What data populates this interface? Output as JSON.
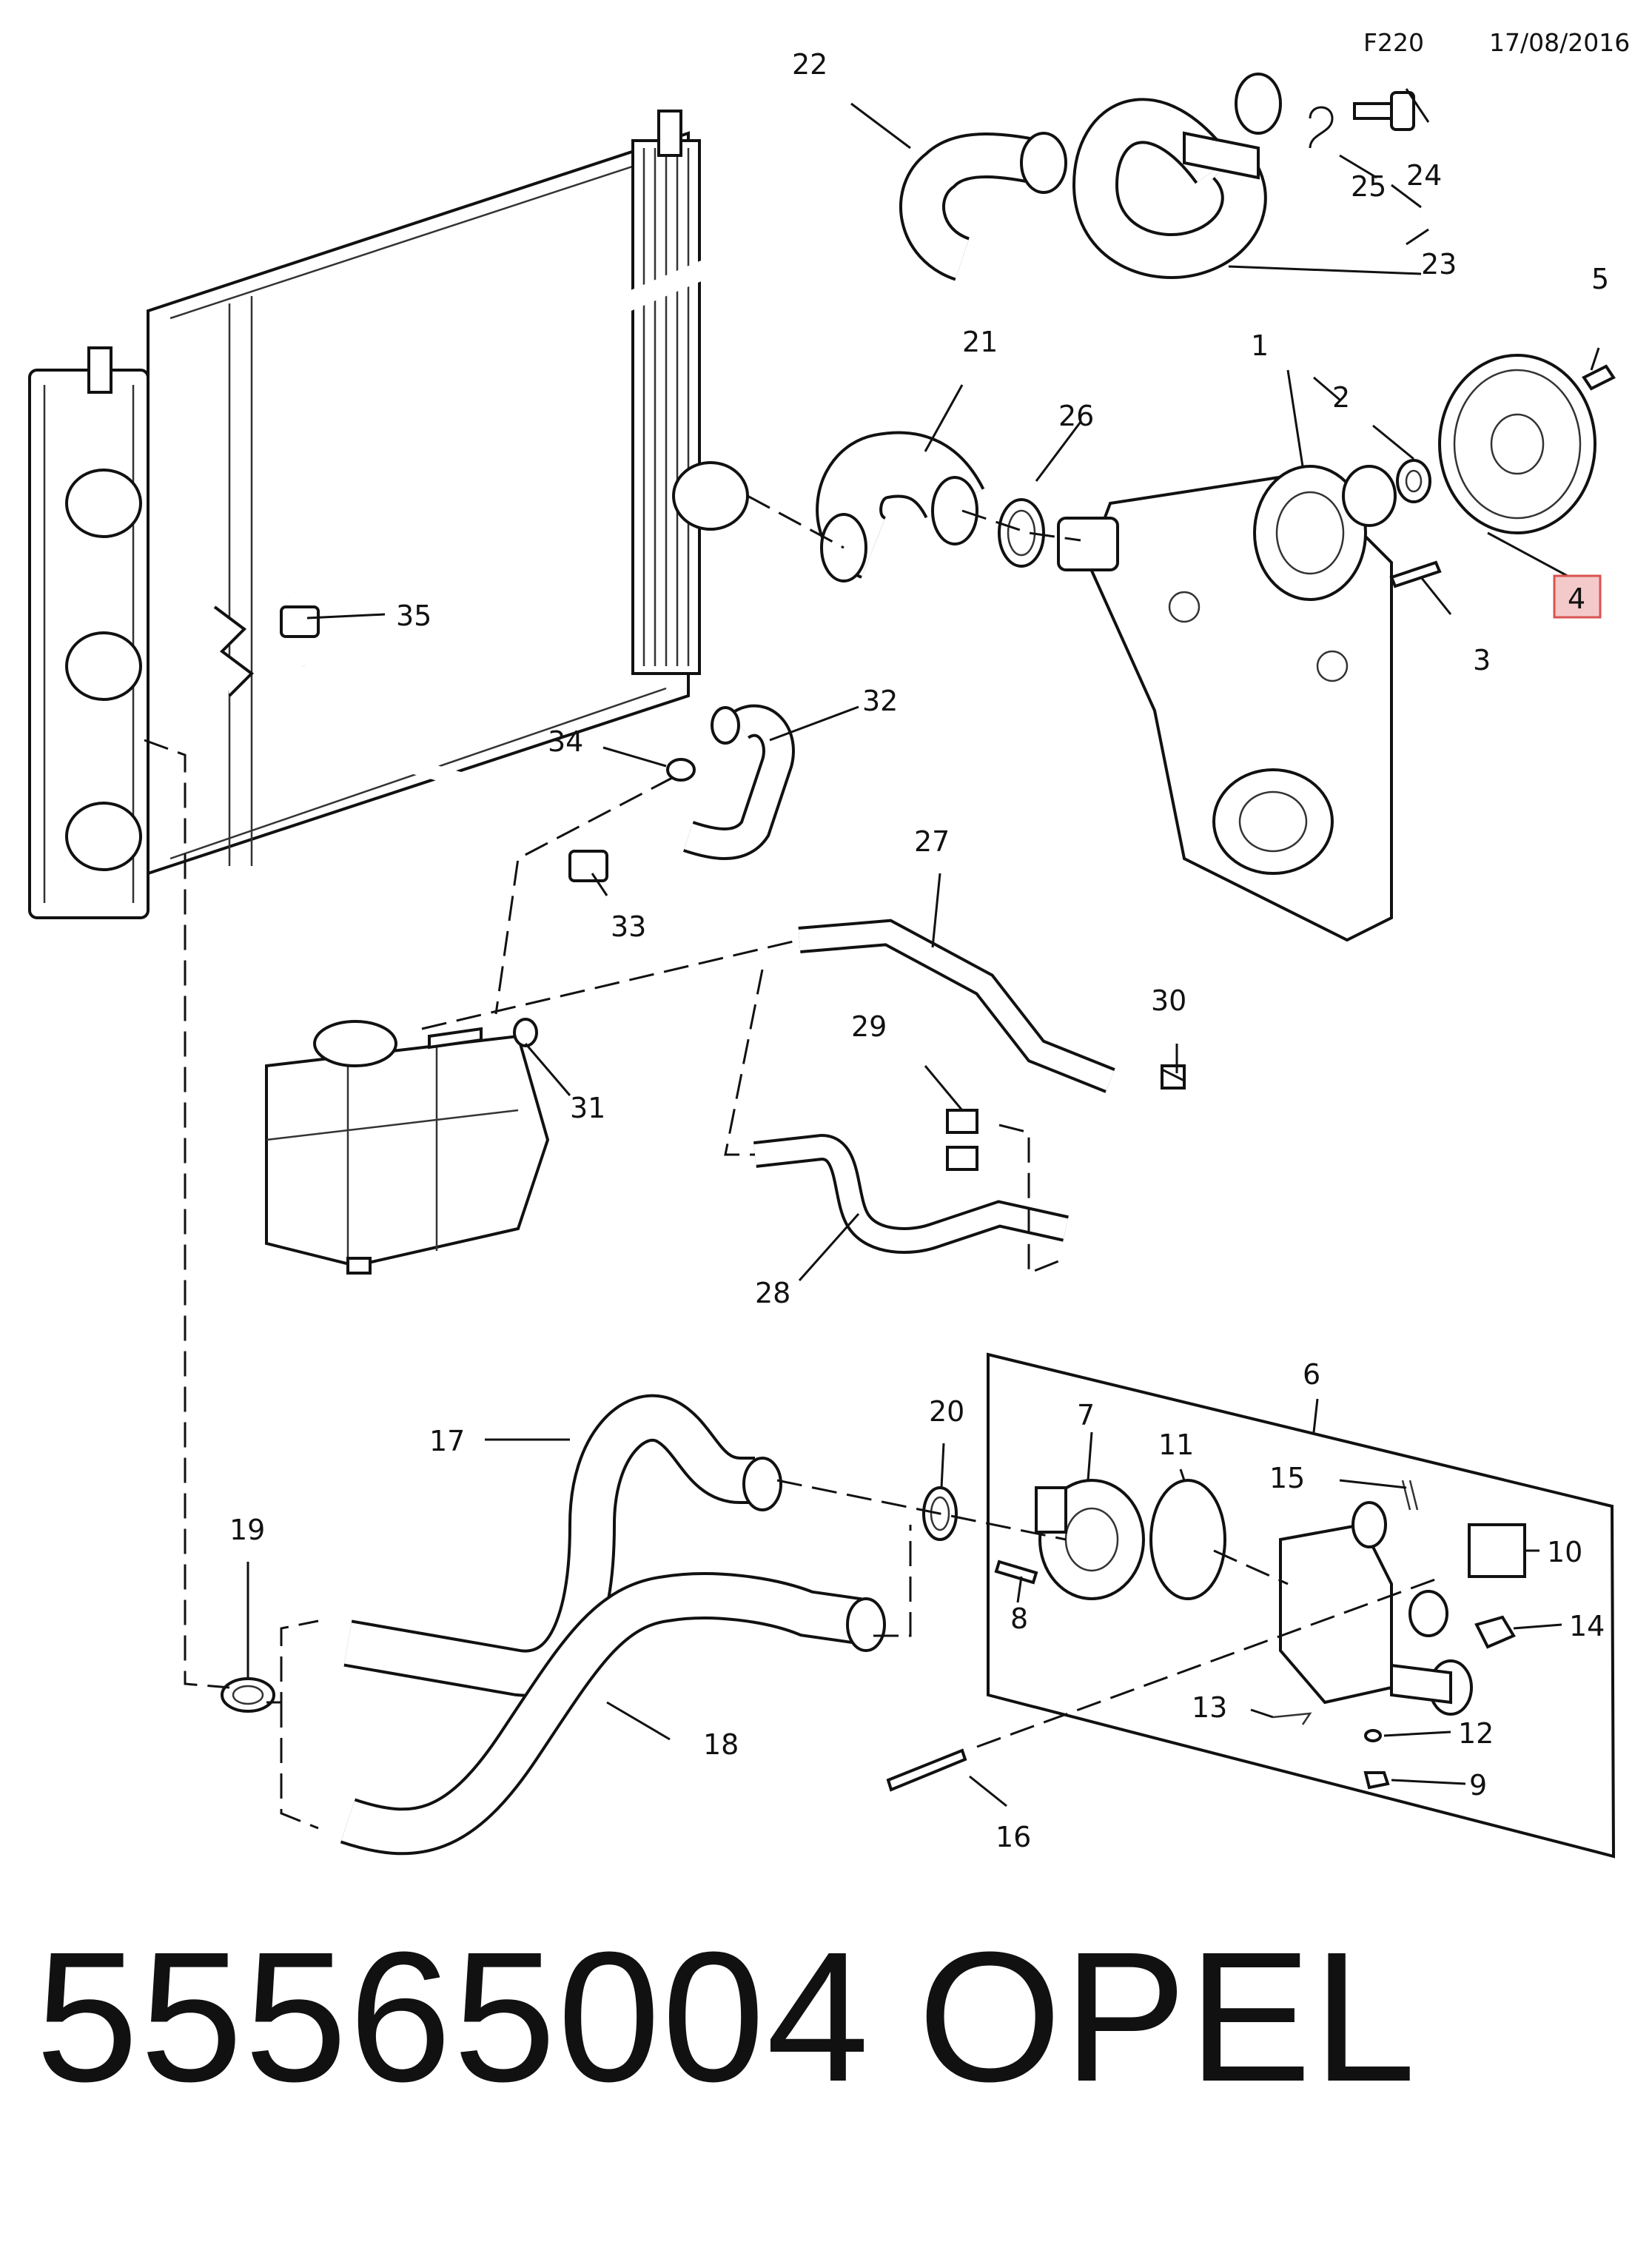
{
  "header": {
    "code": "F220",
    "date": "17/08/2016"
  },
  "footer": {
    "part_number": "55565004",
    "brand": "OPEL"
  },
  "callouts": [
    {
      "id": "c1",
      "text": "1"
    },
    {
      "id": "c2",
      "text": "2"
    },
    {
      "id": "c3",
      "text": "3"
    },
    {
      "id": "c4",
      "text": "4"
    },
    {
      "id": "c5",
      "text": "5"
    },
    {
      "id": "c6",
      "text": "6"
    },
    {
      "id": "c7",
      "text": "7"
    },
    {
      "id": "c8",
      "text": "8"
    },
    {
      "id": "c9",
      "text": "9"
    },
    {
      "id": "c10",
      "text": "10"
    },
    {
      "id": "c11",
      "text": "11"
    },
    {
      "id": "c12",
      "text": "12"
    },
    {
      "id": "c13",
      "text": "13"
    },
    {
      "id": "c14",
      "text": "14"
    },
    {
      "id": "c15",
      "text": "15"
    },
    {
      "id": "c16",
      "text": "16"
    },
    {
      "id": "c17",
      "text": "17"
    },
    {
      "id": "c18",
      "text": "18"
    },
    {
      "id": "c19",
      "text": "19"
    },
    {
      "id": "c20",
      "text": "20"
    },
    {
      "id": "c21",
      "text": "21"
    },
    {
      "id": "c22",
      "text": "22"
    },
    {
      "id": "c23",
      "text": "23"
    },
    {
      "id": "c24",
      "text": "24"
    },
    {
      "id": "c25",
      "text": "25"
    },
    {
      "id": "c26",
      "text": "26"
    },
    {
      "id": "c27",
      "text": "27"
    },
    {
      "id": "c28",
      "text": "28"
    },
    {
      "id": "c29",
      "text": "29"
    },
    {
      "id": "c30",
      "text": "30"
    },
    {
      "id": "c31",
      "text": "31"
    },
    {
      "id": "c32",
      "text": "32"
    },
    {
      "id": "c33",
      "text": "33"
    },
    {
      "id": "c34",
      "text": "34"
    },
    {
      "id": "c35",
      "text": "35"
    }
  ],
  "highlighted_callout": "4",
  "highlight_color": "#f4c9c9",
  "highlight_border": "#d9534f"
}
